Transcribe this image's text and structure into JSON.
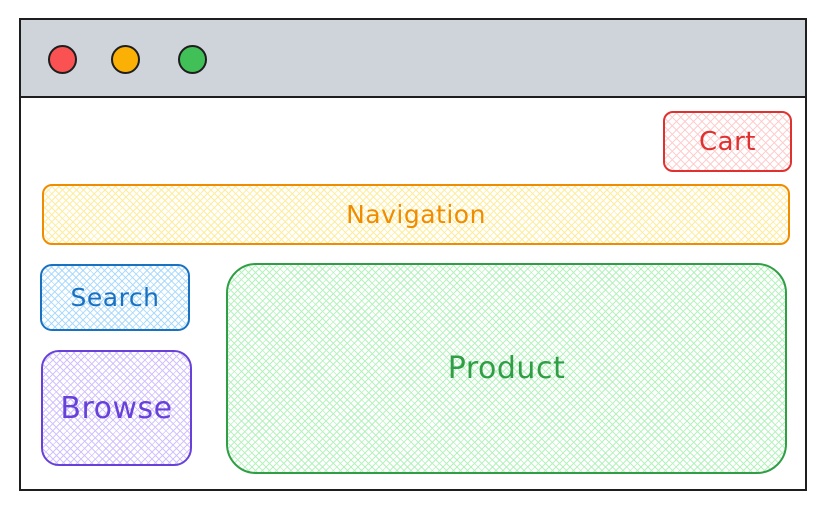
{
  "window": {
    "controls": [
      {
        "name": "close",
        "color": "#fa5252"
      },
      {
        "name": "minimize",
        "color": "#fab005"
      },
      {
        "name": "maximize",
        "color": "#40c057"
      }
    ]
  },
  "header": {
    "cart_label": "Cart",
    "navigation_label": "Navigation"
  },
  "sidebar": {
    "search_label": "Search",
    "browse_label": "Browse"
  },
  "main": {
    "product_label": "Product"
  },
  "colors": {
    "cart": "#e03131",
    "navigation": "#f08c00",
    "search": "#1971c2",
    "browse": "#6741d9",
    "product": "#2f9e44",
    "titlebar": "#ced4da"
  }
}
